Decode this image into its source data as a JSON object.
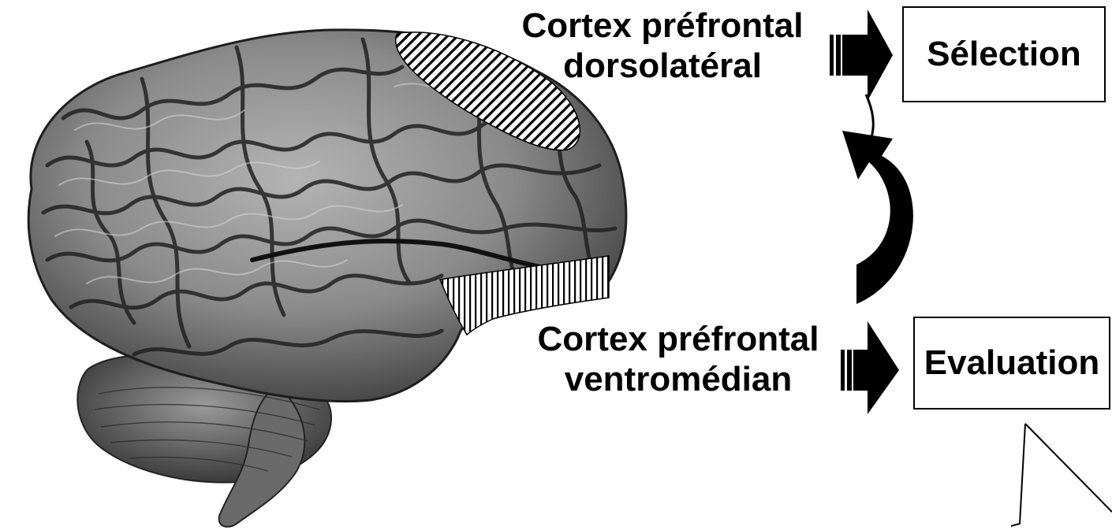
{
  "regions": {
    "dlpfc": {
      "line1": "Cortex préfrontal",
      "line2": "dorsolatéral"
    },
    "vmpfc": {
      "line1": "Cortex préfrontal",
      "line2": "ventromédian"
    }
  },
  "functions": {
    "selection": "Sélection",
    "evaluation": "Evaluation"
  },
  "colors": {
    "ink": "#000000",
    "brain": "#8a8a8a",
    "background": "#ffffff"
  },
  "icons": {
    "dlpfc_arrow": "thick-right-arrow",
    "vmpfc_arrow": "thick-right-arrow",
    "feedback_arrow": "curved-up-arrow"
  }
}
